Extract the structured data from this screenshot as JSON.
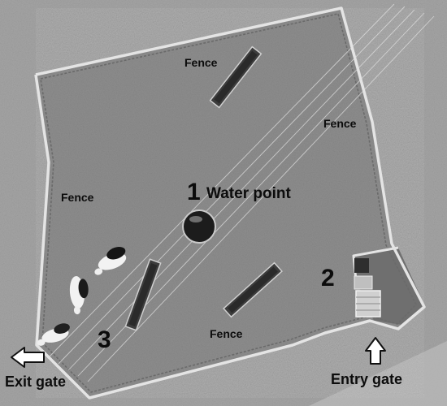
{
  "photo": {
    "annotations": {
      "fence_top": "Fence",
      "fence_right": "Fence",
      "fence_left": "Fence",
      "fence_bottom": "Fence",
      "point1_number": "1",
      "point1_label": "Water point",
      "point2_number": "2",
      "point3_number": "3",
      "exit_gate": "Exit gate",
      "entry_gate": "Entry gate"
    },
    "icons": {
      "exit_arrow": "arrow-left-icon",
      "entry_arrow": "arrow-up-icon"
    },
    "colors": {
      "ground": "#8e8e8e",
      "outside_ground": "#a9a9a9",
      "fence": "#e4e4e4",
      "label_text": "#0c0c0c"
    }
  }
}
